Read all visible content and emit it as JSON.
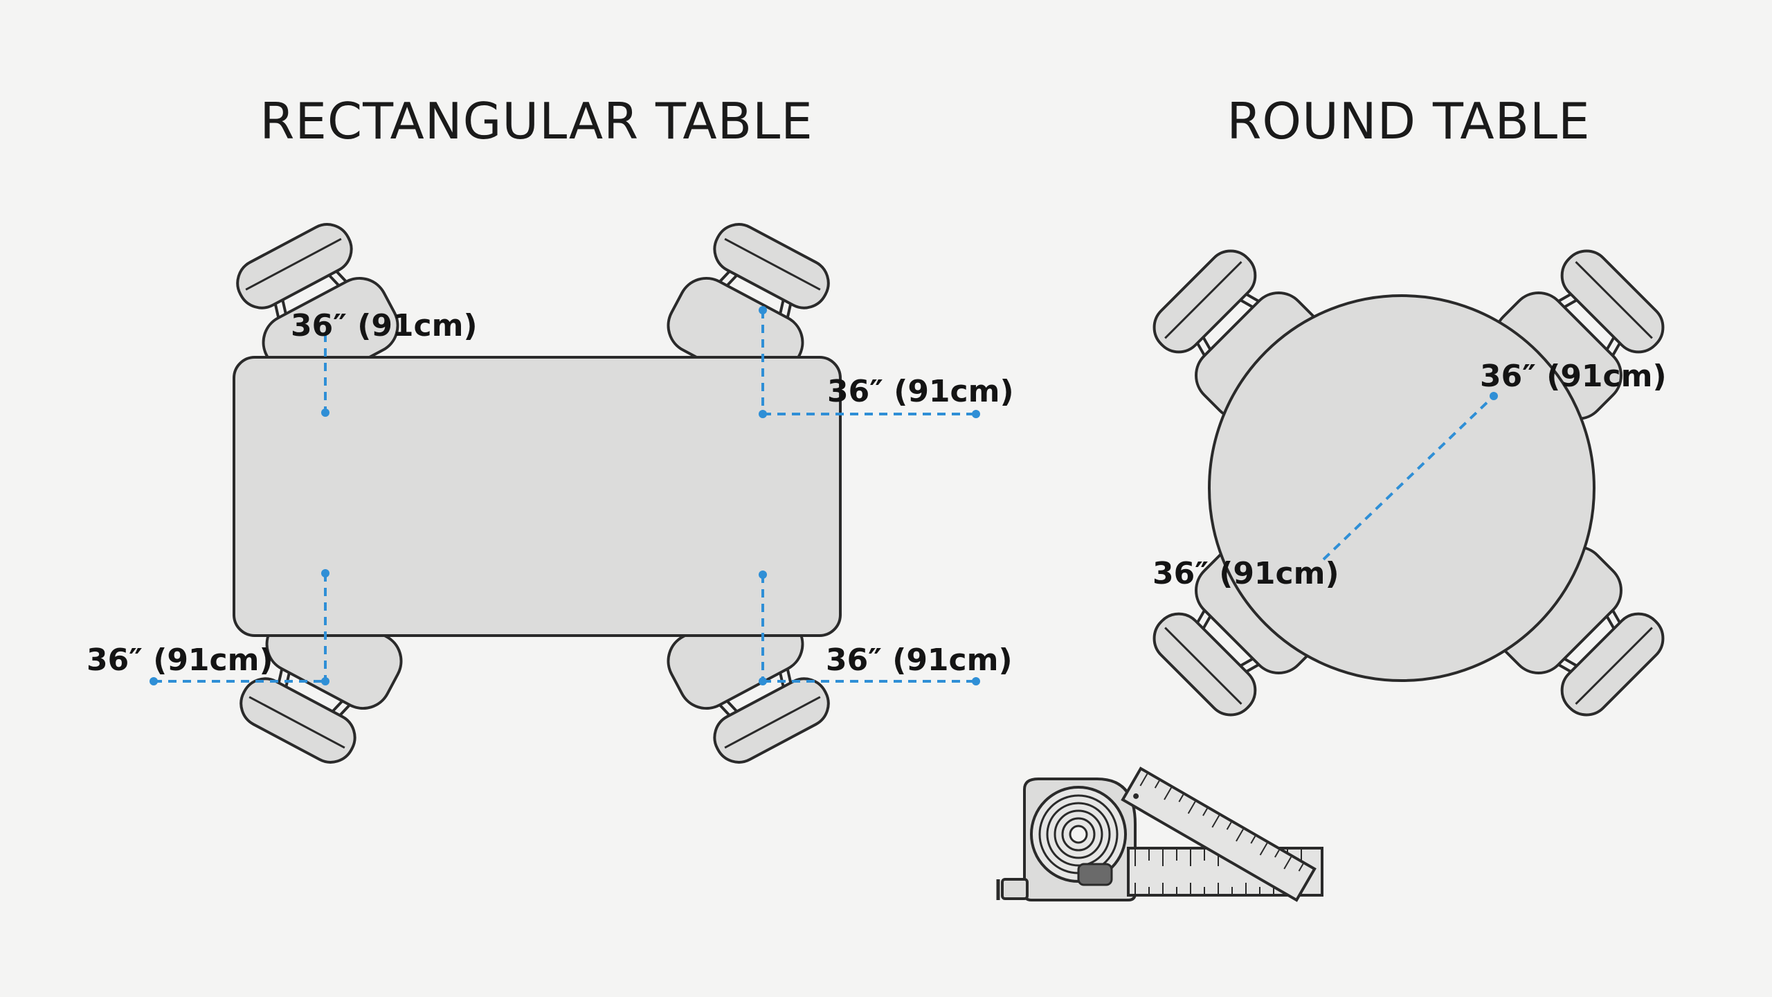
{
  "titles": {
    "rectangular": "RECTANGULAR TABLE",
    "round": "ROUND TABLE"
  },
  "dimensions": {
    "rect_top_left": "36″ (91cm)",
    "rect_top_right": "36″ (91cm)",
    "rect_bottom_left": "36″ (91cm)",
    "rect_bottom_right": "36″ (91cm)",
    "round_top": "36″ (91cm)",
    "round_bottom": "36″ (91cm)"
  },
  "colors": {
    "background": "#f4f4f3",
    "furniture_fill": "#dcdcdb",
    "outline": "#2a2a2a",
    "measure_line": "#2f8fd6"
  },
  "icons": [
    "tape-measure-icon",
    "folding-ruler-icon"
  ]
}
